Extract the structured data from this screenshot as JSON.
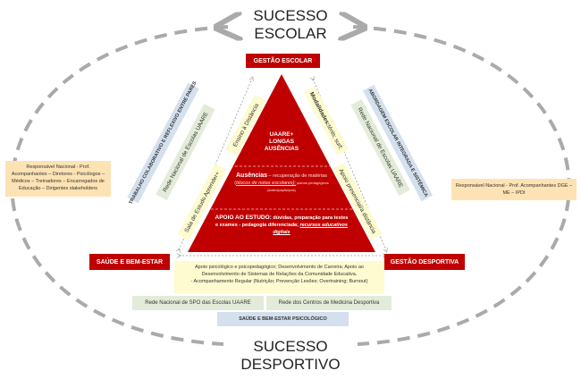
{
  "titles": {
    "top": "SUCESSO ESCOLAR",
    "top_l1": "SUCESSO",
    "top_l2": "ESCOLAR",
    "bottom_l1": "SUCESSO",
    "bottom_l2": "DESPORTIVO"
  },
  "red_boxes": {
    "gestao_escolar": "GESTÃO ESCOLAR",
    "saude": "SAÚDE E BEM-ESTAR",
    "gestao_desportiva": "GESTÃO DESPORTIVA"
  },
  "pyramid": {
    "top": {
      "l1": "UAARE+",
      "l2": "LONGAS",
      "l3": "AUSÊNCIAS"
    },
    "middle": {
      "head": "Ausências",
      "text": " – recuperação de matérias (",
      "italic": "blocos de notas escolares);",
      "small": " planos pedagógicos (antecipação/pós)"
    },
    "bottom": {
      "head": "APOIO AO ESTUDO:",
      "text": " dúvidas, preparação para testes e exames - pedagogia diferenciada; ",
      "italic": "recursos educativos digitais"
    }
  },
  "left_bands": {
    "ensino": "Ensino à Distância",
    "sala": "Sala de Estudo Aprender+",
    "rede": "Rede Nacional de Escolas UAARE",
    "trabalho": "TRABALHO COLABORATIVO E REFLEXIVO ENTRE PARES"
  },
  "right_bands": {
    "modalidades_head": "Modalidades:",
    "modalidades": " ténis; surf;",
    "apoio": "Apoio presencial/a distância",
    "rede": "Rede Nacional de Escolas UAARE",
    "abordagem": "ABORDAGEM ESCOLAR INTEGRADA E SISTÉMICA"
  },
  "left_note": "Responsável Nacional - Prof. Acompanhantes – Diretores - Psicólogos – Médicos – Treinadores – Encarregados de Educação – Dirigentes stakeholders",
  "right_note": "Responsável Nacional - Prof. Acompanhantes DGE – ME – IPDI",
  "support_box": {
    "l1": "Apoio psicológico e psicopedagógico; Desenvolvimento de Carreira; Apoio ao Desenvolvimento de Sistemas de Relações da Comunidade Educativa.",
    "l2": "- Acompanhamento Regular (Nutrição; Prevenção Lesões; Overtraining; Burnout)"
  },
  "networks": {
    "spo": "Rede Nacional de SPO das Escolas UAARE",
    "cmd": "Rede dos Centros de Medicina Desportiva",
    "psico": "SAÚDE E BEM-ESTAR PSICOLÓGICO"
  },
  "colors": {
    "red": "#c00000",
    "yellow": "#fdfbcf",
    "green": "#e3ecd9",
    "blue": "#d5e0ee",
    "orange": "#fde3b4"
  }
}
